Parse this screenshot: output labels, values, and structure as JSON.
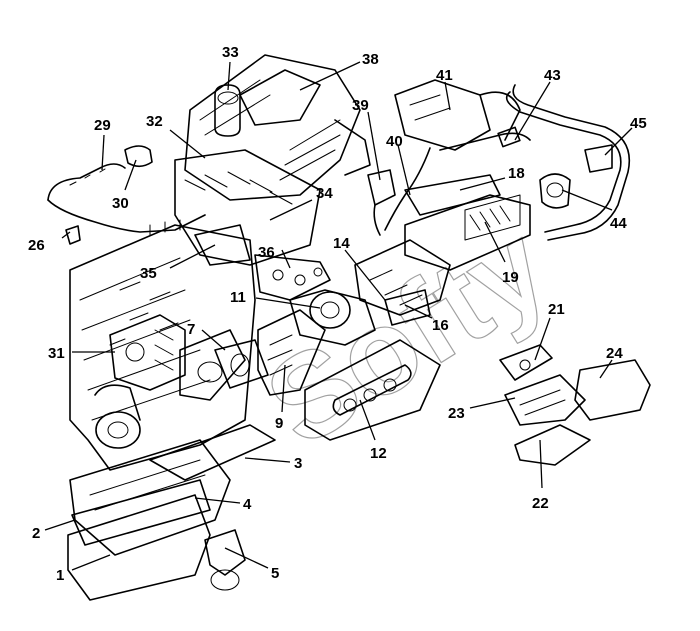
{
  "diagram": {
    "watermark": "Softy",
    "callouts": [
      "1",
      "2",
      "3",
      "4",
      "5",
      "7",
      "9",
      "11",
      "12",
      "14",
      "16",
      "18",
      "19",
      "21",
      "22",
      "23",
      "24",
      "26",
      "29",
      "30",
      "31",
      "32",
      "33",
      "34",
      "35",
      "36",
      "38",
      "39",
      "40",
      "41",
      "43",
      "44",
      "45"
    ]
  }
}
